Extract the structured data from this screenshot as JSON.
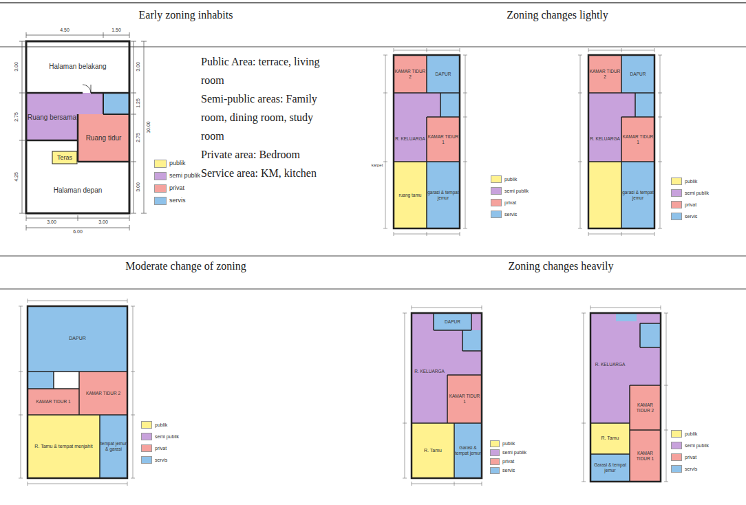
{
  "diagram": {
    "nodes": [
      {
        "text": [
          "Halaman belakang"
        ]
      },
      {
        "text": [
          "Ruang bersama"
        ]
      },
      {
        "text": [
          "Ruang tidur"
        ]
      },
      {
        "text": [
          "Teras"
        ]
      },
      {
        "text": [
          "Halaman depan"
        ]
      },
      {
        "text": [
          "KAMAR TIDUR 2"
        ]
      },
      {
        "text": [
          "DAPUR"
        ]
      },
      {
        "text": [
          "R. KELUARGA"
        ]
      },
      {
        "text": [
          "KAMAR TIDUR 1"
        ]
      },
      {
        "text": [
          "ruang tamu"
        ]
      },
      {
        "text": [
          "garasi & tempat jemur"
        ]
      },
      {
        "text": [
          "KAMAR TIDUR 2"
        ]
      },
      {
        "text": [
          "DAPUR"
        ]
      },
      {
        "text": [
          "R. KELUARGA"
        ]
      },
      {
        "text": [
          "KAMAR TIDUR 1"
        ]
      },
      {
        "text": [
          "garasi & tempat jemur"
        ]
      },
      {
        "text": [
          "DAPUR"
        ]
      },
      {
        "text": [
          "KAMAR TIDUR 2"
        ]
      },
      {
        "text": [
          "KAMAR TIDUR 1"
        ]
      },
      {
        "text": [
          "R. Tamu & tempat menjahit"
        ]
      },
      {
        "text": [
          "tempat jemur & garasi"
        ]
      },
      {
        "text": [
          "DAPUR"
        ]
      },
      {
        "text": [
          "R. KELUARGA"
        ]
      },
      {
        "text": [
          "KAMAR TIDUR 1"
        ]
      },
      {
        "text": [
          "R. Tamu"
        ]
      },
      {
        "text": [
          "Garasi & tempat jemur"
        ]
      },
      {
        "text": [
          "R. KELUARGA"
        ]
      },
      {
        "text": [
          "KAMAR TIDUR 2"
        ]
      },
      {
        "text": [
          "KAMAR TIDUR 1"
        ]
      },
      {
        "text": [
          "R. Tamu"
        ]
      },
      {
        "text": [
          "Garasi & tempat jemur"
        ]
      }
    ],
    "labels": [
      "Early zoning inhabits",
      "Zoning changes lightly",
      "Moderate change of zoning",
      "Zoning changes heavily",
      "Public Area: terrace, living room",
      "Semi-public areas: Family room, dining room, study room",
      "Private area: Bedroom",
      "Service area: KM, kitchen",
      "4.50",
      "1.50",
      "3.00",
      "3.00",
      "6.00",
      "3.00",
      "2.75",
      "4.25",
      "3.00",
      "1.25",
      "2.75",
      "3.00",
      "10.00",
      "karpet"
    ],
    "legend": [
      {
        "text": "publik",
        "color": "#fff28f"
      },
      {
        "text": "semi publik",
        "color": "#c8a2dc"
      },
      {
        "text": "privat",
        "color": "#f5a29d"
      },
      {
        "text": "servis",
        "color": "#8fc2ea"
      },
      {
        "text": "publik",
        "color": "#fff28f"
      },
      {
        "text": "semi publik",
        "color": "#c8a2dc"
      },
      {
        "text": "privat",
        "color": "#f5a29d"
      },
      {
        "text": "servis",
        "color": "#8fc2ea"
      },
      {
        "text": "publik",
        "color": "#fff28f"
      },
      {
        "text": "semi publik",
        "color": "#c8a2dc"
      },
      {
        "text": "privat",
        "color": "#f5a29d"
      },
      {
        "text": "servis",
        "color": "#8fc2ea"
      },
      {
        "text": "publik",
        "color": "#fff28f"
      },
      {
        "text": "semi publik",
        "color": "#c8a2dc"
      },
      {
        "text": "privat",
        "color": "#f5a29d"
      },
      {
        "text": "servis",
        "color": "#8fc2ea"
      },
      {
        "text": "publik",
        "color": "#fff28f"
      },
      {
        "text": "semi publik",
        "color": "#c8a2dc"
      },
      {
        "text": "privat",
        "color": "#f5a29d"
      },
      {
        "text": "servis",
        "color": "#8fc2ea"
      },
      {
        "text": "publik",
        "color": "#fff28f"
      },
      {
        "text": "semi publik",
        "color": "#c8a2dc"
      },
      {
        "text": "privat",
        "color": "#f5a29d"
      },
      {
        "text": "servis",
        "color": "#8fc2ea"
      }
    ]
  }
}
